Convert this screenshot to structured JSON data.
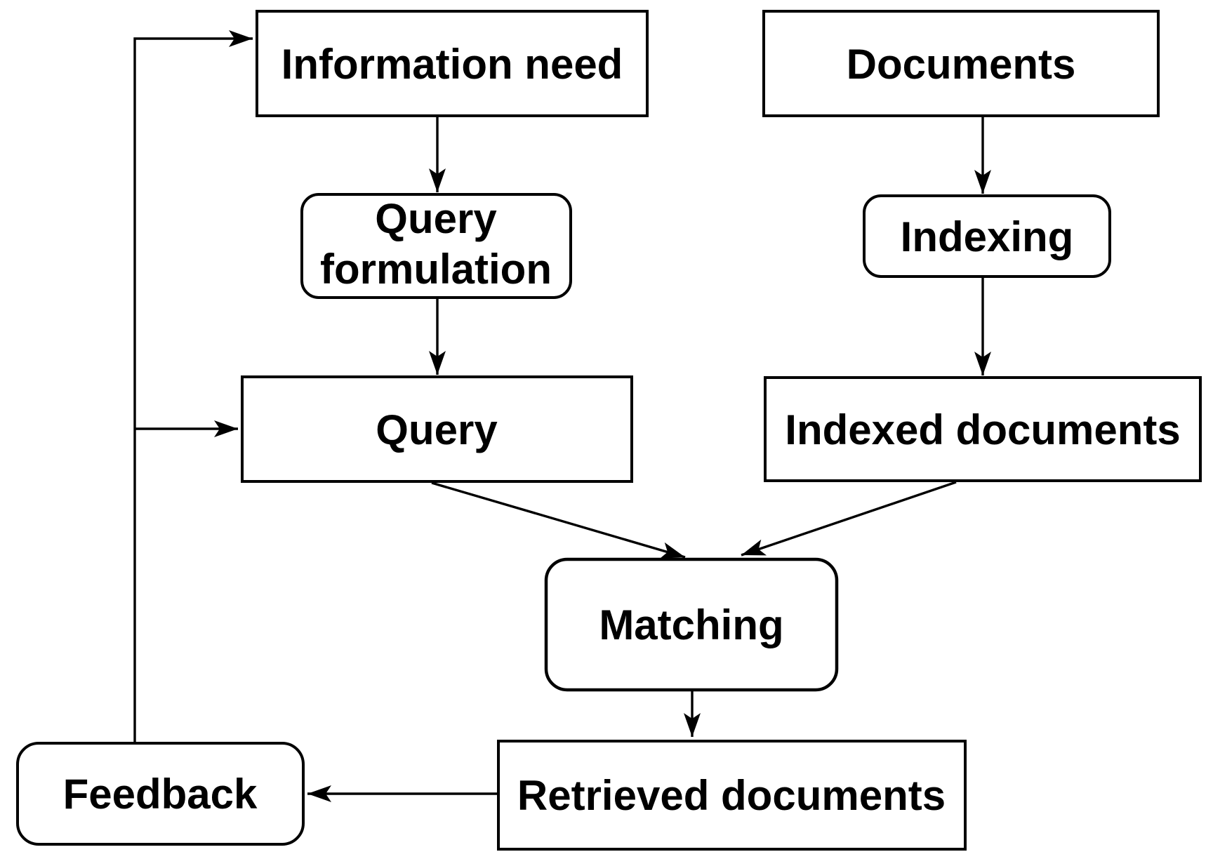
{
  "diagram": {
    "background_color": "#ffffff",
    "line_color": "#000000",
    "box_fill_color": "#ffffff",
    "nodes": [
      {
        "id": "information-need",
        "shape": "rectangle",
        "lines": [
          "Information need"
        ]
      },
      {
        "id": "documents",
        "shape": "rectangle",
        "lines": [
          "Documents"
        ]
      },
      {
        "id": "query-formulation",
        "shape": "rounded-rectangle",
        "lines": [
          "Query",
          "formulation"
        ]
      },
      {
        "id": "indexing",
        "shape": "rounded-rectangle",
        "lines": [
          "Indexing"
        ]
      },
      {
        "id": "query",
        "shape": "rectangle",
        "lines": [
          "Query"
        ]
      },
      {
        "id": "indexed-documents",
        "shape": "rectangle",
        "lines": [
          "Indexed documents"
        ]
      },
      {
        "id": "matching",
        "shape": "rounded-rectangle",
        "lines": [
          "Matching"
        ]
      },
      {
        "id": "retrieved-documents",
        "shape": "rectangle",
        "lines": [
          "Retrieved documents"
        ]
      },
      {
        "id": "feedback",
        "shape": "rounded-rectangle",
        "lines": [
          "Feedback"
        ]
      }
    ],
    "edges": [
      {
        "from": "information-need",
        "to": "query-formulation"
      },
      {
        "from": "query-formulation",
        "to": "query"
      },
      {
        "from": "documents",
        "to": "indexing"
      },
      {
        "from": "indexing",
        "to": "indexed-documents"
      },
      {
        "from": "query",
        "to": "matching"
      },
      {
        "from": "indexed-documents",
        "to": "matching"
      },
      {
        "from": "matching",
        "to": "retrieved-documents"
      },
      {
        "from": "retrieved-documents",
        "to": "feedback"
      },
      {
        "from": "feedback",
        "to": "information-need"
      },
      {
        "from": "feedback",
        "to": "query"
      }
    ]
  }
}
